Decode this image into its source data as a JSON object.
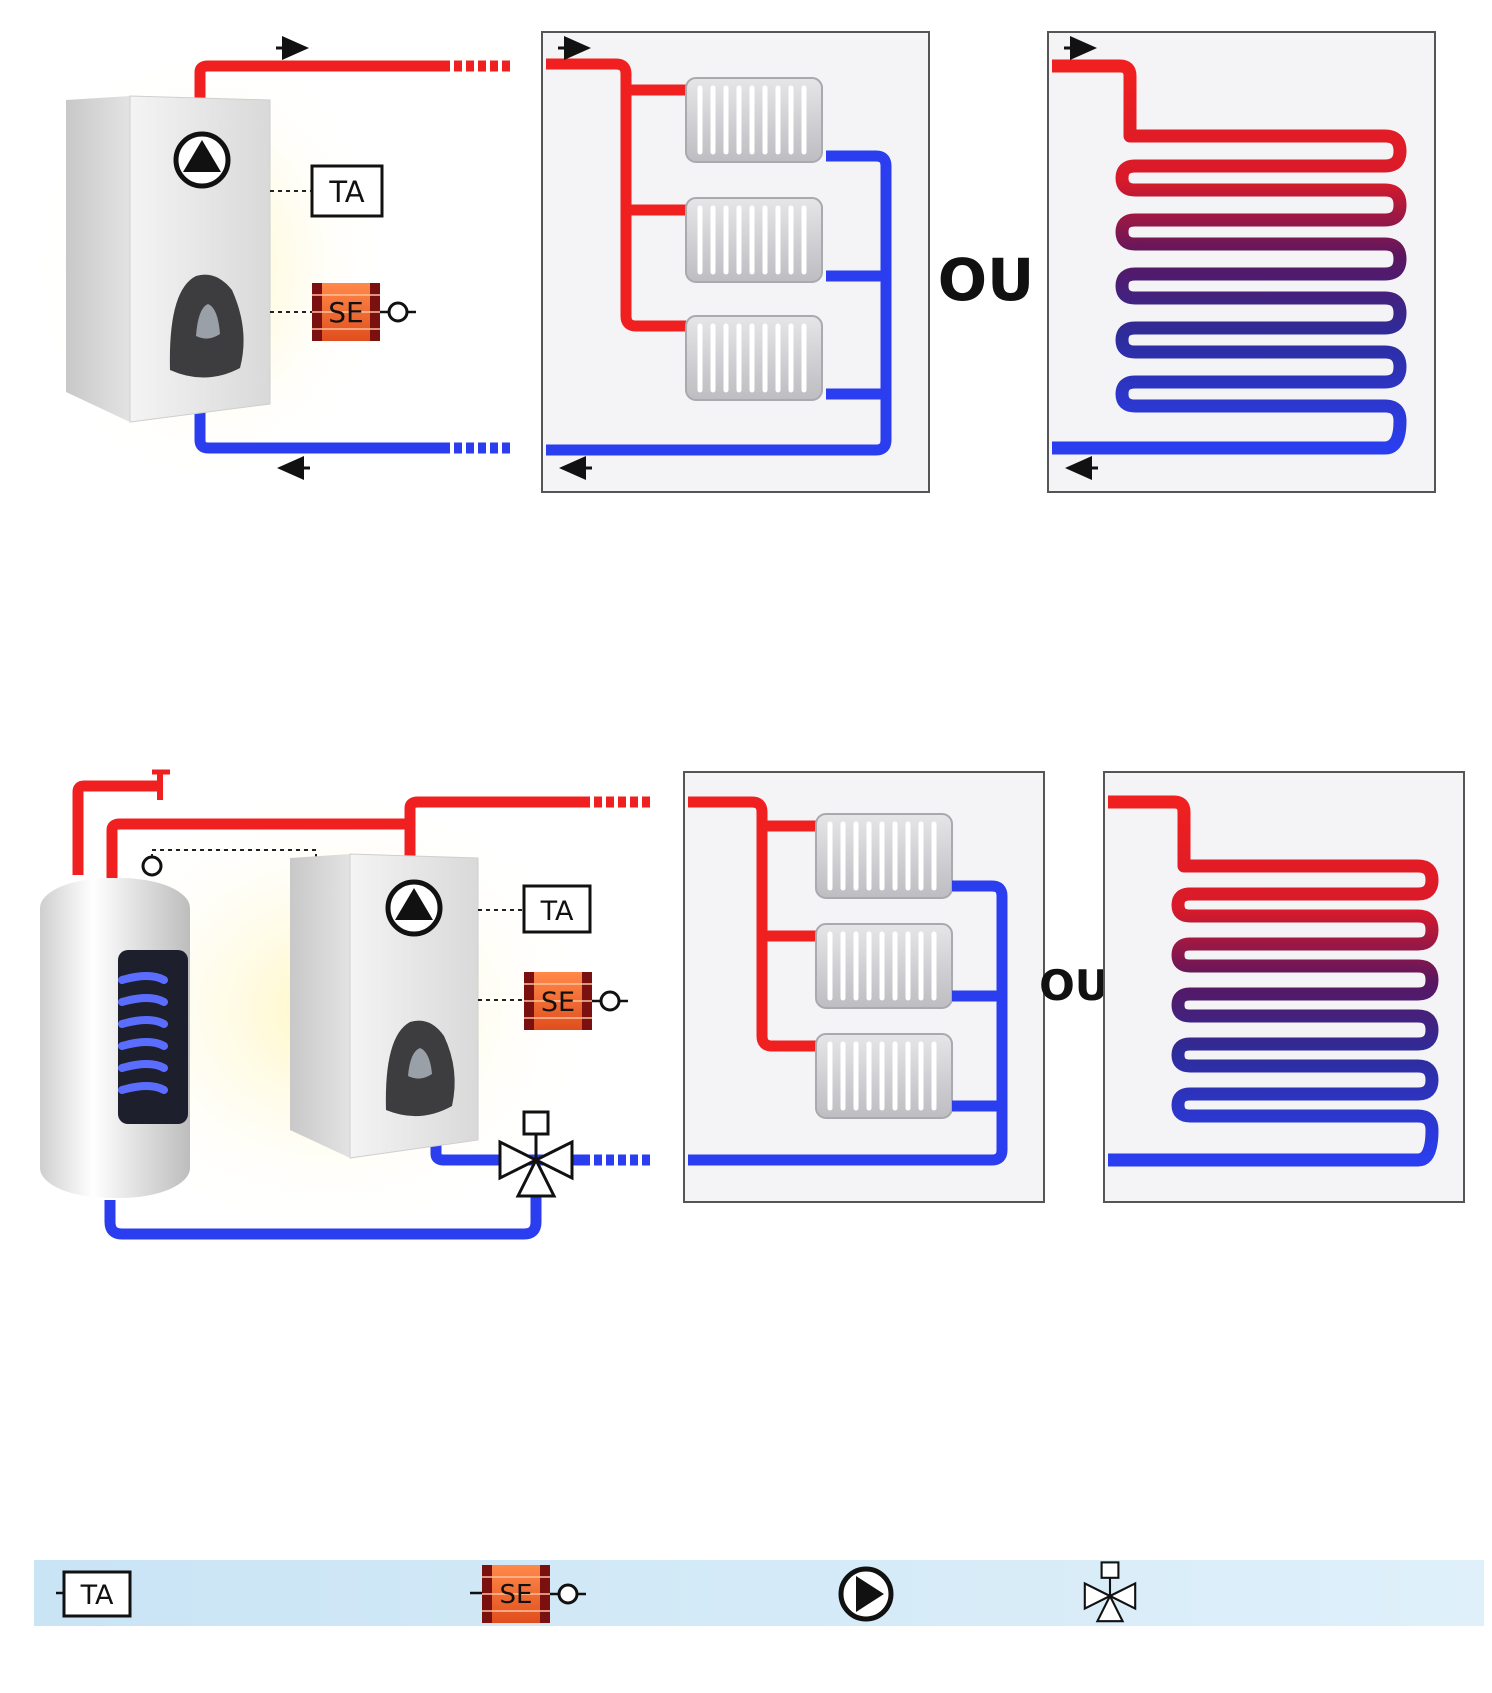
{
  "labels": {
    "ta": "TA",
    "se": "SE",
    "ou": "OU"
  },
  "legend": {
    "items": [
      {
        "name": "ta",
        "text": "TA"
      },
      {
        "name": "se",
        "text": "SE"
      },
      {
        "name": "pump",
        "text": ""
      },
      {
        "name": "three-way-valve",
        "text": ""
      }
    ]
  },
  "colors": {
    "hot_pipe": "#f02020",
    "cold_pipe": "#2a3ef0",
    "legend_band": "#cfe7f6",
    "panel_bg": "#f4f4f6"
  },
  "icons": [
    "pump-icon",
    "three-way-valve-icon",
    "radiator-icon",
    "floor-heating-coil-icon",
    "flow-arrow-icon",
    "safety-exchanger-icon",
    "ambient-thermostat-icon"
  ]
}
